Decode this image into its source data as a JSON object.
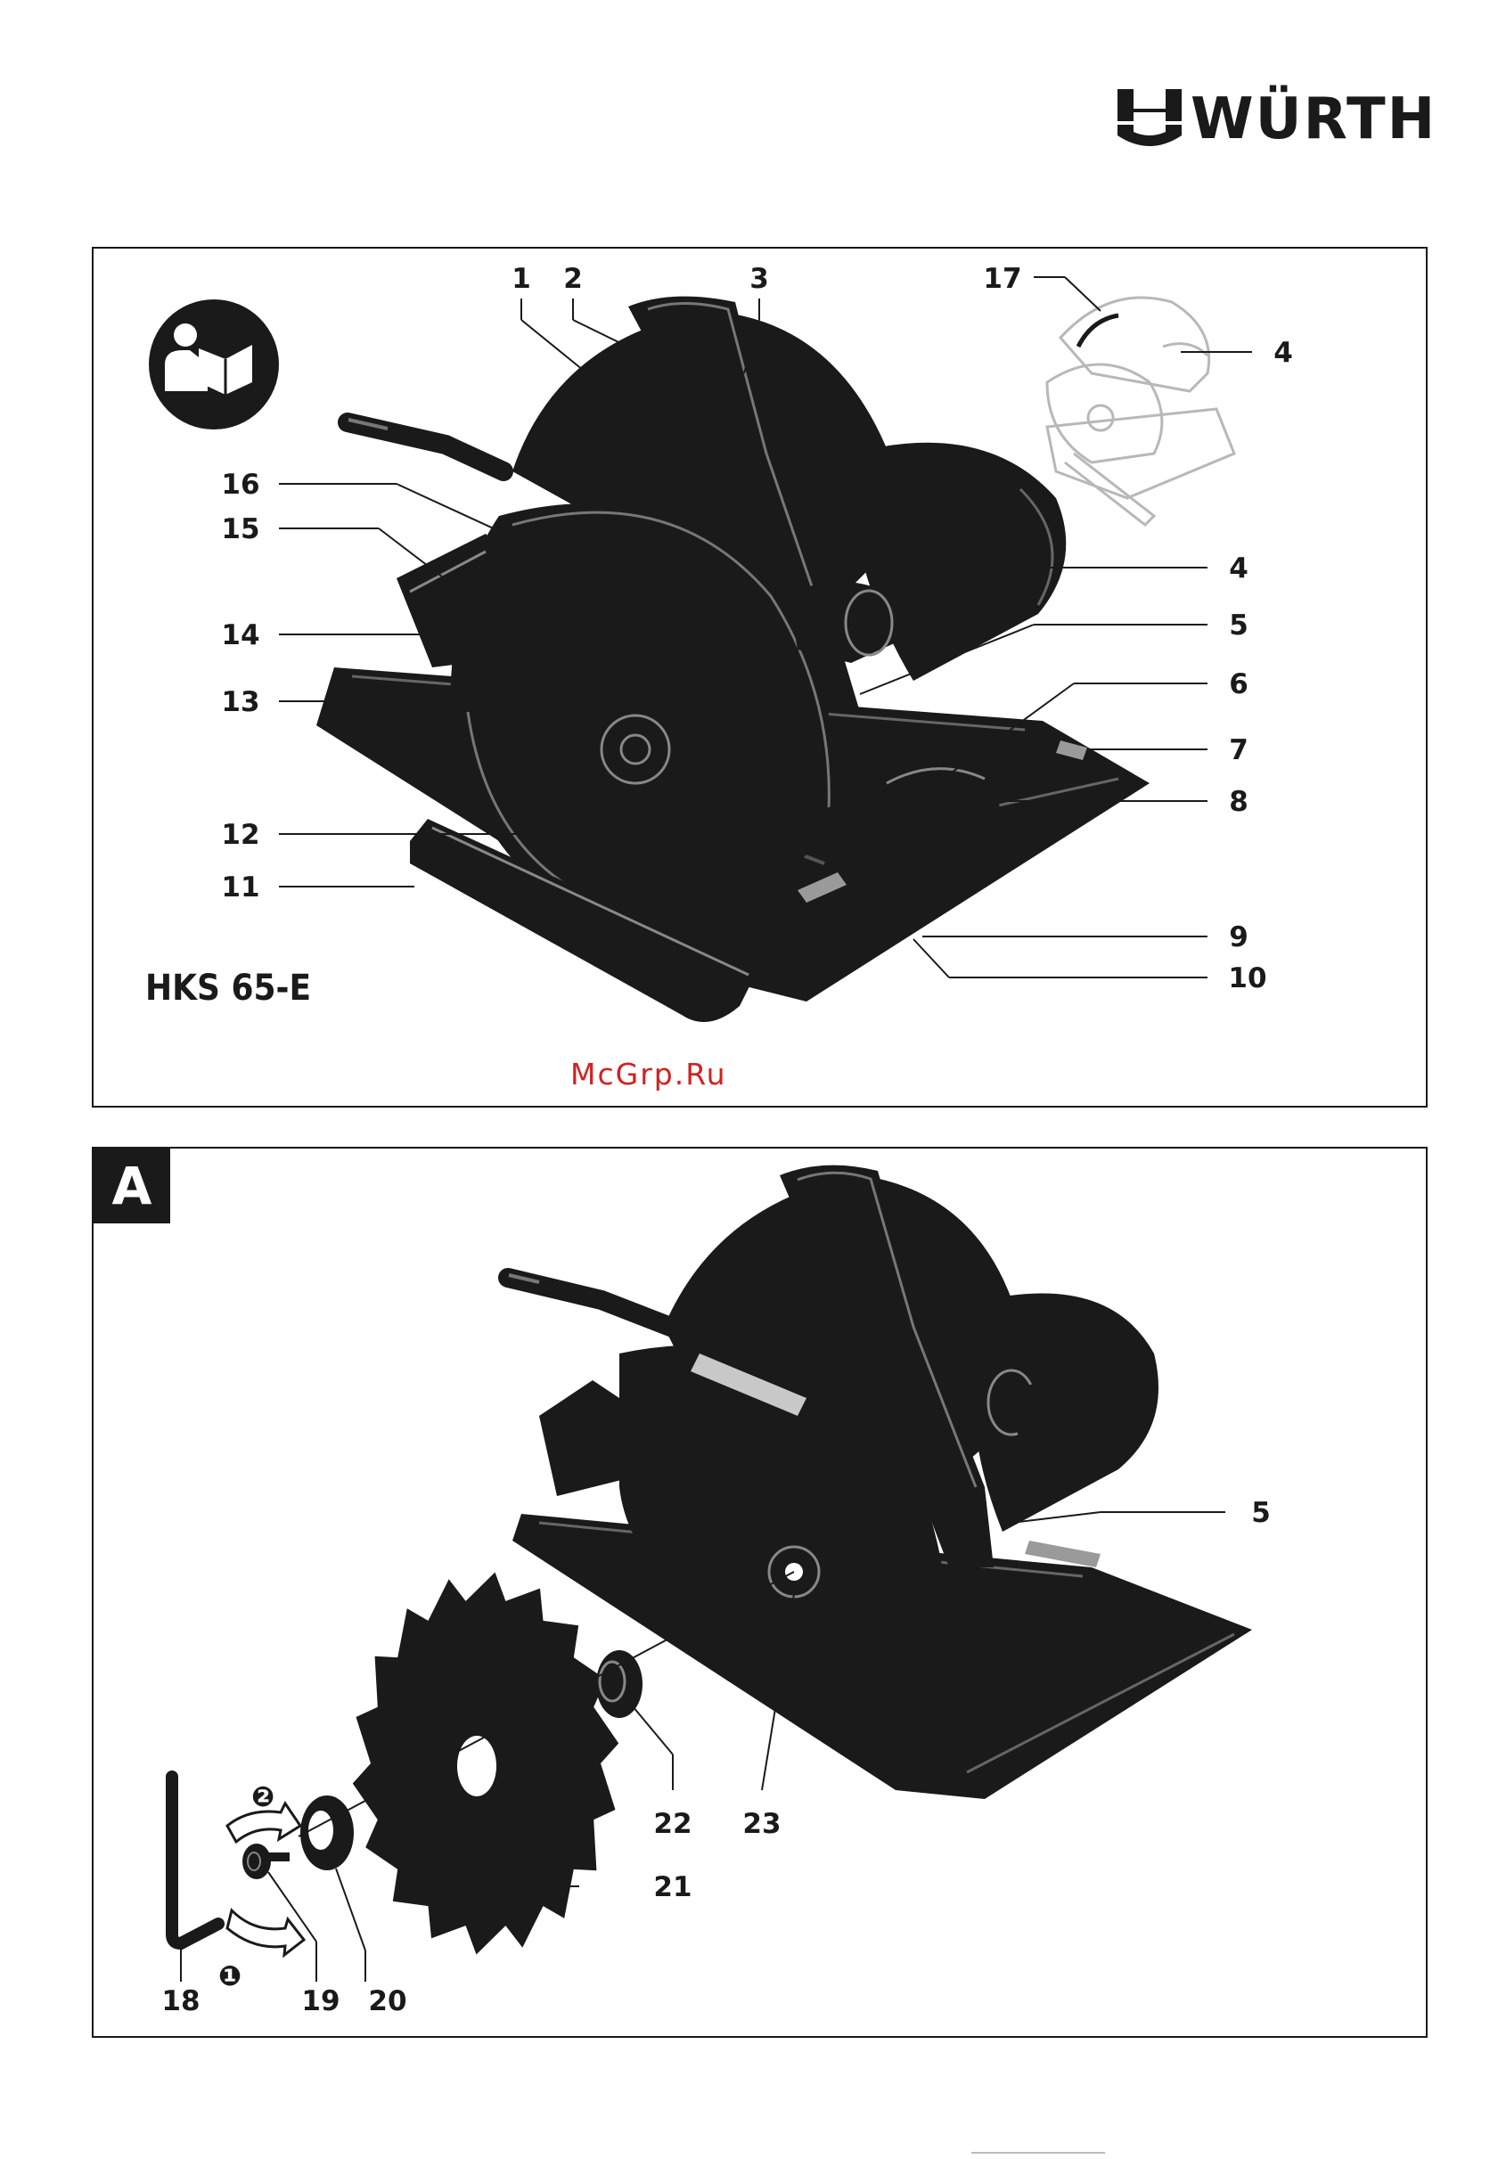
{
  "brand": {
    "name": "WÜRTH"
  },
  "panel_top": {
    "model": "HKS 65-E",
    "callouts": [
      "1",
      "2",
      "3",
      "17",
      "4",
      "16",
      "15",
      "4",
      "14",
      "5",
      "13",
      "6",
      "7",
      "12",
      "8",
      "11",
      "9",
      "10"
    ]
  },
  "panel_a": {
    "letter": "A",
    "callouts": [
      "5",
      "22",
      "23",
      "21",
      "18",
      "19",
      "20"
    ],
    "steps": [
      "❷",
      "❶"
    ]
  },
  "watermark": "McGrp.Ru",
  "colors": {
    "ink": "#1a1a1a",
    "watermark": "#d42020",
    "ghost": "#b8b8b8"
  }
}
